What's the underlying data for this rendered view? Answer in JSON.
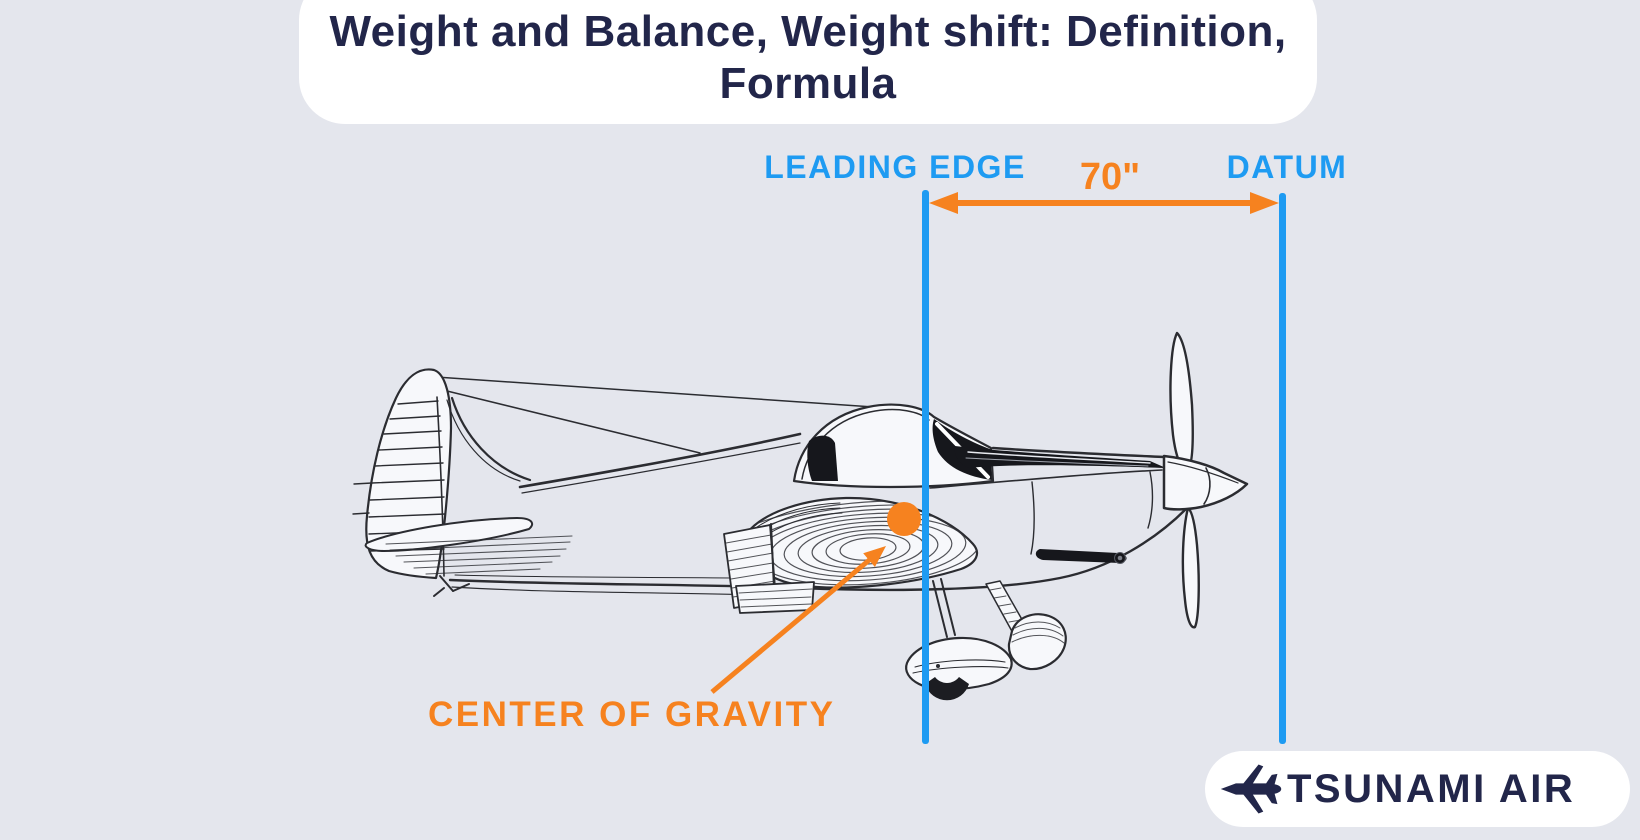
{
  "title": {
    "line1": "Weight and Balance, Weight shift: Definition,",
    "line2": "Formula"
  },
  "diagram": {
    "leading_edge_label": "LEADING EDGE",
    "datum_label": "DATUM",
    "distance_label": "70\"",
    "cg_label": "CENTER OF GRAVITY"
  },
  "logo": {
    "brand": "TSUNAMI AIR"
  },
  "icons": {
    "logo_icon": "jet-plane-icon",
    "cg_marker": "orange-dot",
    "dimension_arrow": "double-headed-arrow"
  },
  "colors": {
    "background": "#E4E6ED",
    "card_white": "#FFFFFF",
    "navy_text": "#22264A",
    "accent_blue": "#1E9BF2",
    "accent_orange": "#F6821F",
    "sketch_ink": "#2B2C31"
  }
}
